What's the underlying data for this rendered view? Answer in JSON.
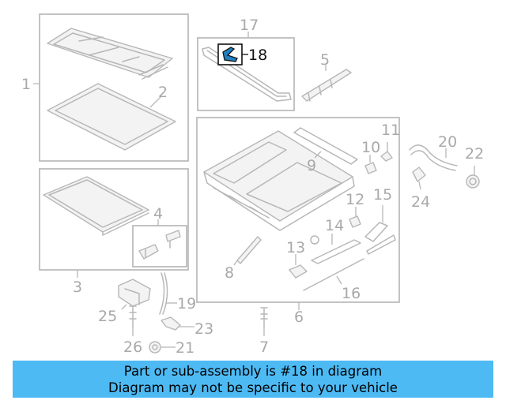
{
  "callouts": {
    "c1": "1",
    "c2": "2",
    "c3": "3",
    "c4": "4",
    "c5": "5",
    "c6": "6",
    "c7": "7",
    "c8": "8",
    "c9": "9",
    "c10": "10",
    "c11": "11",
    "c12": "12",
    "c13": "13",
    "c14": "14",
    "c15": "15",
    "c16": "16",
    "c17": "17",
    "c18": "18",
    "c19": "19",
    "c20": "20",
    "c21": "21",
    "c22": "22",
    "c23": "23",
    "c24": "24",
    "c25": "25",
    "c26": "26"
  },
  "highlighted_part": "18",
  "banner": {
    "line1": "Part or sub-assembly is #18 in diagram",
    "line2": "Diagram may not be specific to your vehicle",
    "color": "#4dbaf4"
  }
}
